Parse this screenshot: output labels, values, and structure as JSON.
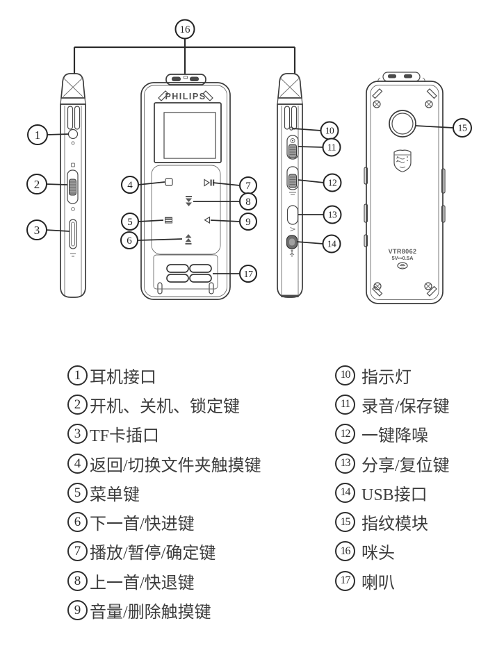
{
  "device": {
    "brand": "PHILIPS",
    "model": "VTR8062",
    "power_rating": "5V⎓0.5A"
  },
  "callouts": {
    "c1": "1",
    "c2": "2",
    "c3": "3",
    "c4": "4",
    "c5": "5",
    "c6": "6",
    "c7": "7",
    "c8": "8",
    "c9": "9",
    "c10": "10",
    "c11": "11",
    "c12": "12",
    "c13": "13",
    "c14": "14",
    "c15": "15",
    "c16": "16",
    "c17": "17"
  },
  "legend": {
    "left": [
      {
        "num": "1",
        "label": "耳机接口"
      },
      {
        "num": "2",
        "label": "开机、关机、锁定键"
      },
      {
        "num": "3",
        "label": "TF卡插口"
      },
      {
        "num": "4",
        "label": "返回/切换文件夹触摸键"
      },
      {
        "num": "5",
        "label": "菜单键"
      },
      {
        "num": "6",
        "label": "下一首/快进键"
      },
      {
        "num": "7",
        "label": "播放/暂停/确定键"
      },
      {
        "num": "8",
        "label": "上一首/快退键"
      },
      {
        "num": "9",
        "label": "音量/删除触摸键"
      }
    ],
    "right": [
      {
        "num": "10",
        "label": "指示灯"
      },
      {
        "num": "11",
        "label": "录音/保存键"
      },
      {
        "num": "12",
        "label": "一键降噪"
      },
      {
        "num": "13",
        "label": "分享/复位键"
      },
      {
        "num": "14",
        "label": "USB接口"
      },
      {
        "num": "15",
        "label": "指纹模块"
      },
      {
        "num": "16",
        "label": "咪头"
      },
      {
        "num": "17",
        "label": "喇叭"
      }
    ]
  }
}
